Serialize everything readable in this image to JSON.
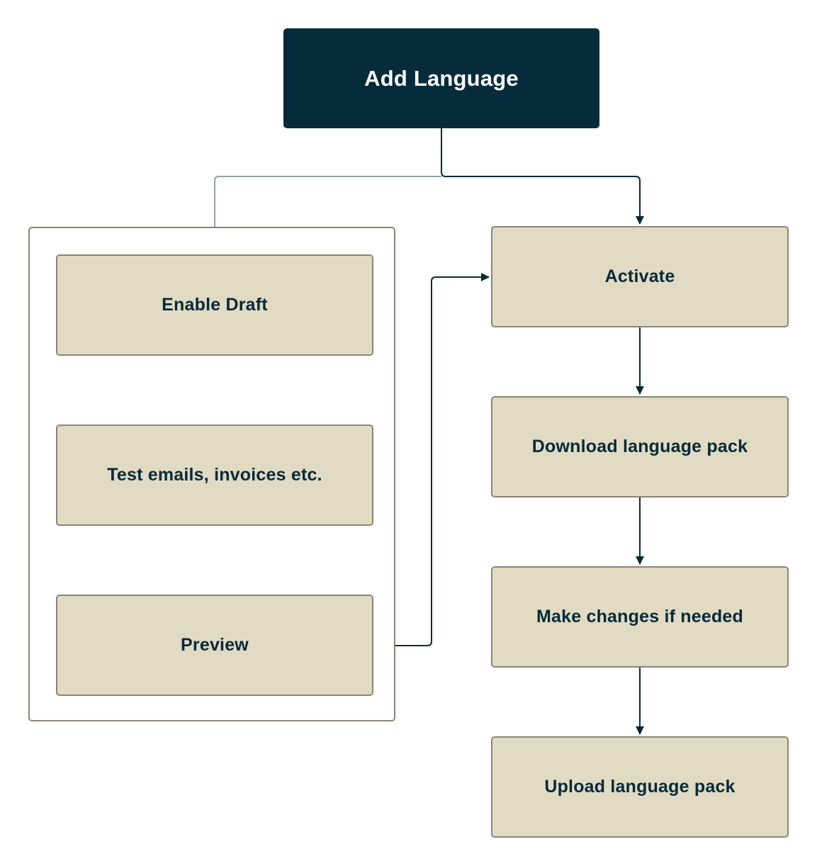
{
  "diagram": {
    "start": {
      "label": "Add Language"
    },
    "draft_group": {
      "steps": [
        {
          "label": "Enable Draft"
        },
        {
          "label": "Test emails, invoices etc."
        },
        {
          "label": "Preview"
        }
      ]
    },
    "live_steps": [
      {
        "label": "Activate"
      },
      {
        "label": "Download language pack"
      },
      {
        "label": "Make changes if needed"
      },
      {
        "label": "Upload language pack"
      }
    ],
    "colors": {
      "start_fill": "#062b3a",
      "step_fill": "#e1dbc4",
      "step_border": "#8a8577",
      "text": "#052a39",
      "connector": "#052a39",
      "muted_connector": "#8fa2a8"
    }
  }
}
